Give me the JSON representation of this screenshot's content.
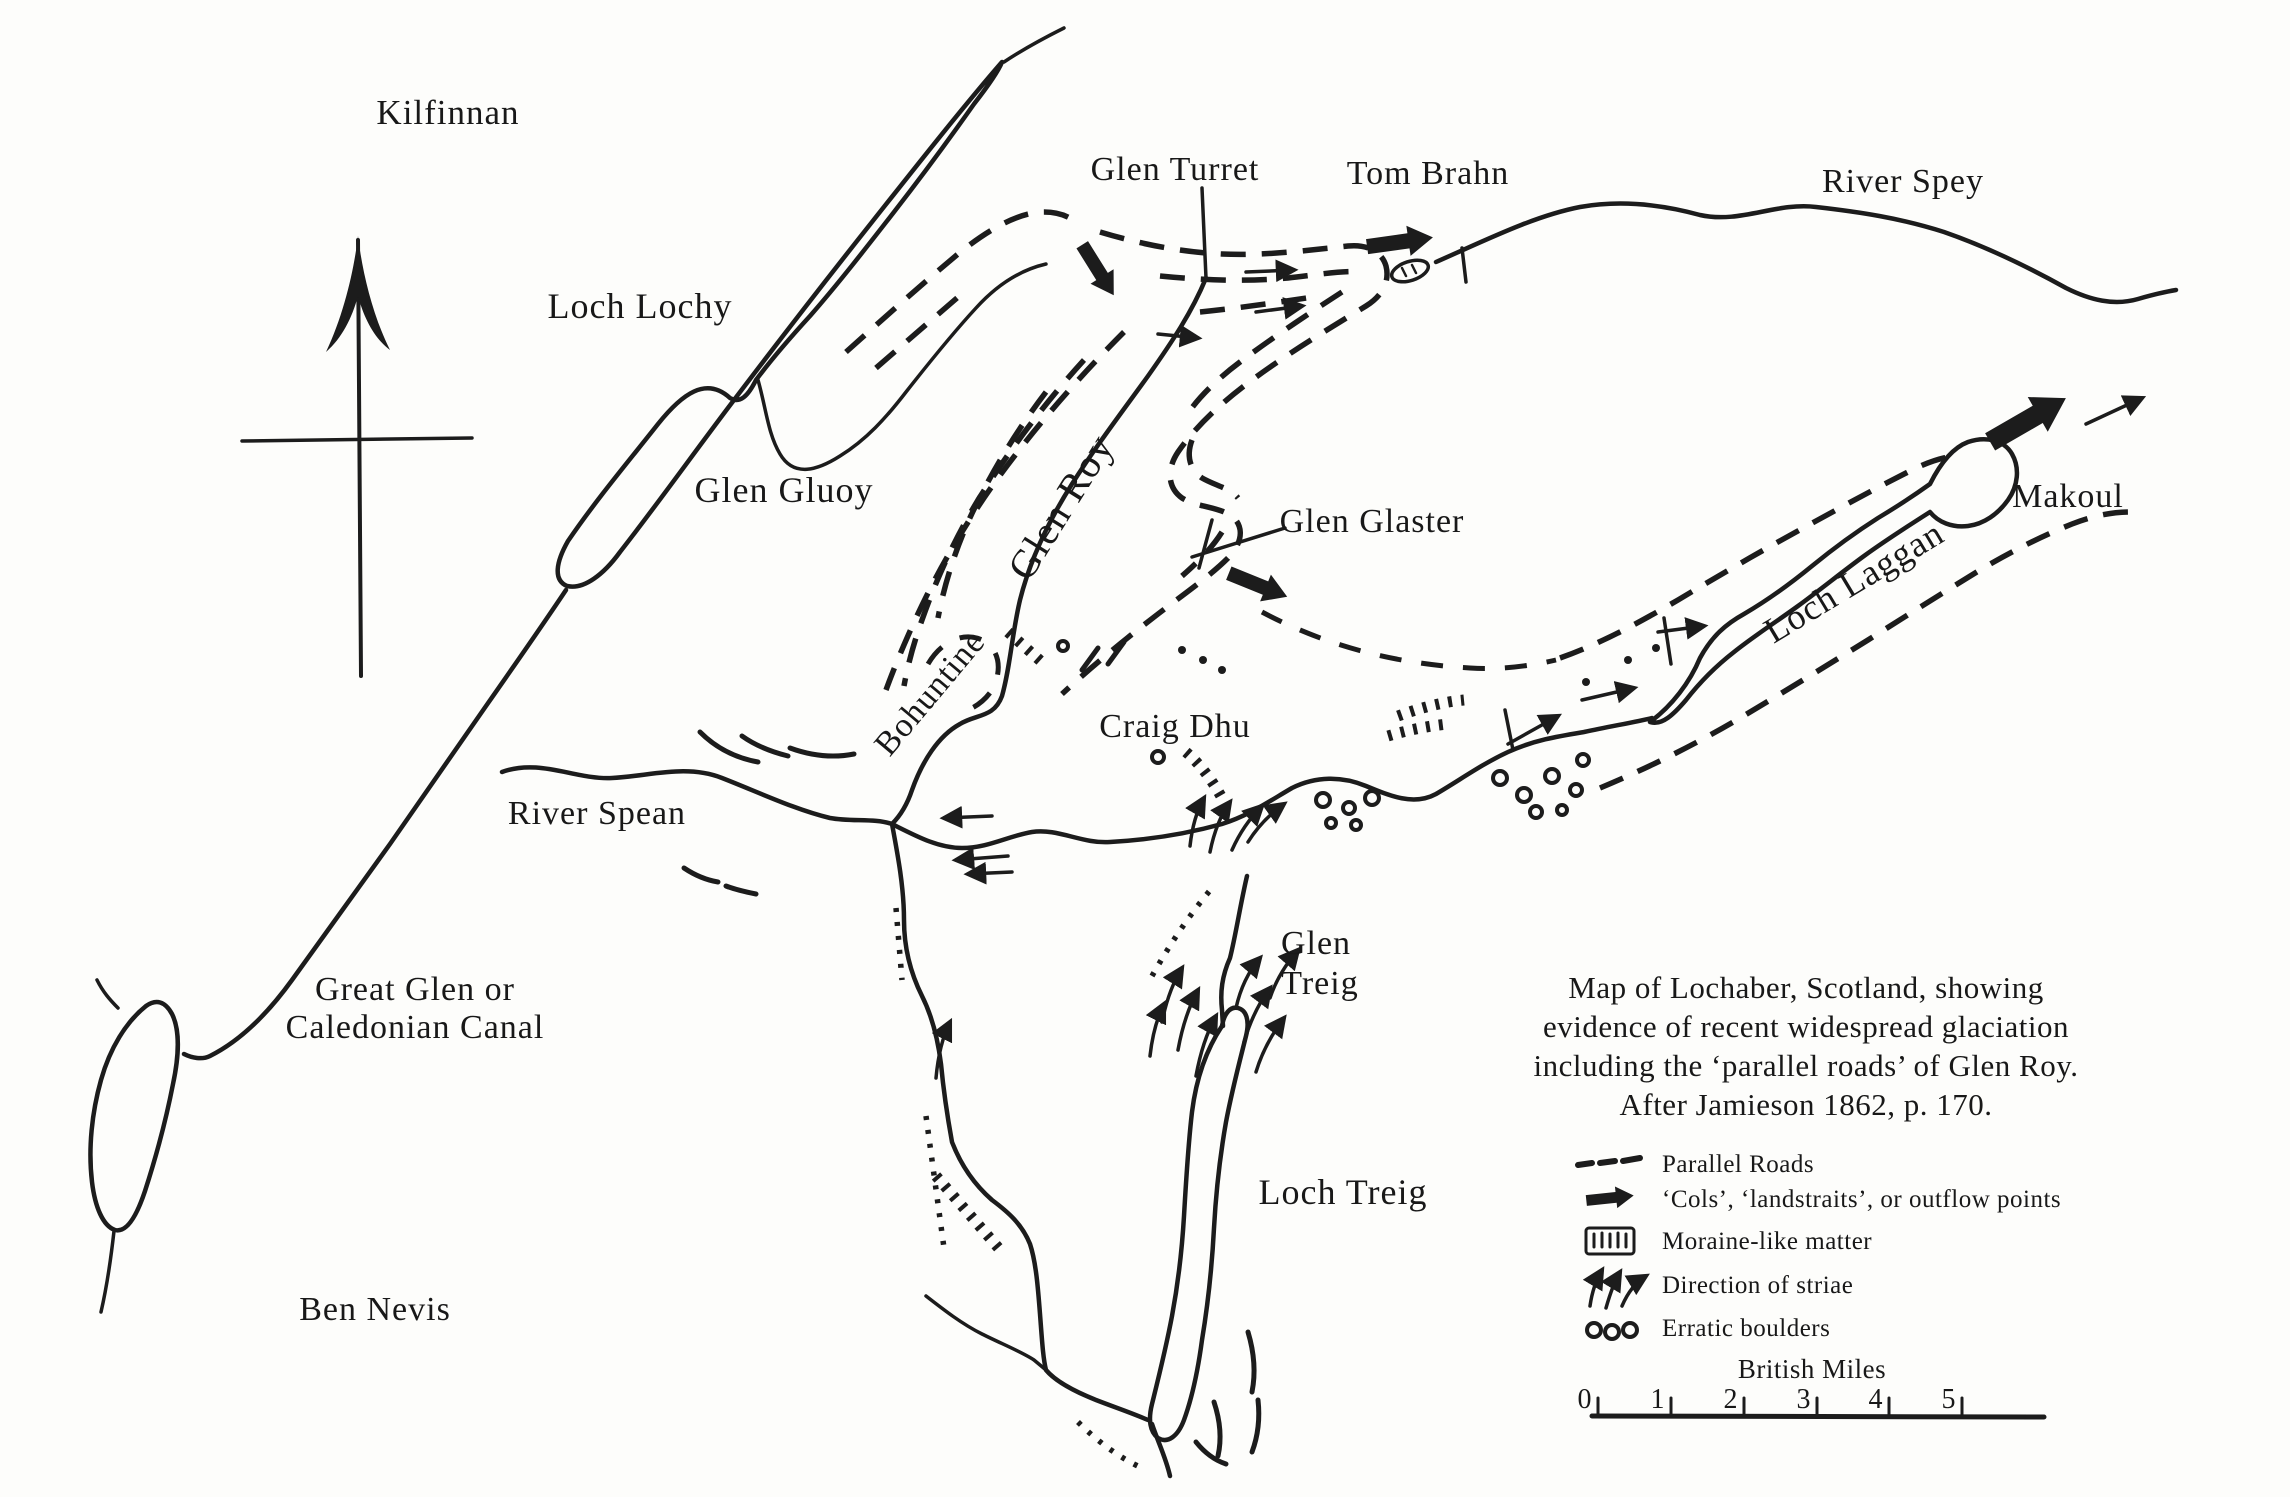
{
  "map": {
    "labels": {
      "kilfinnan": "Kilfinnan",
      "loch_lochy": "Loch Lochy",
      "glen_gluoy": "Glen Gluoy",
      "glen_turret": "Glen Turret",
      "tom_brahn": "Tom Brahn",
      "river_spey": "River Spey",
      "glen_roy": "Glen Roy",
      "glen_glaster": "Glen Glaster",
      "bohuntine": "Bohuntine",
      "loch_laggan": "Loch Laggan",
      "makoul": "Makoul",
      "craig_dhu": "Craig Dhu",
      "river_spean": "River Spean",
      "glen_treig_line1": "Glen",
      "glen_treig_line2": "Treig",
      "loch_treig": "Loch Treig",
      "great_glen_line1": "Great Glen or",
      "great_glen_line2": "Caledonian Canal",
      "ben_nevis": "Ben Nevis"
    },
    "caption": {
      "line1": "Map of Lochaber, Scotland, showing",
      "line2": "evidence of recent widespread glaciation",
      "line3": "including the ‘parallel roads’ of Glen Roy.",
      "line4": "After Jamieson 1862, p. 170."
    },
    "legend": {
      "items": [
        {
          "symbol": "parallel-roads-dash-icon",
          "label": "Parallel Roads"
        },
        {
          "symbol": "col-arrow-icon",
          "label": "‘Cols’, ‘landstraits’, or outflow points"
        },
        {
          "symbol": "moraine-box-icon",
          "label": "Moraine-like matter"
        },
        {
          "symbol": "striae-arrows-icon",
          "label": "Direction of striae"
        },
        {
          "symbol": "erratic-boulders-icon",
          "label": "Erratic boulders"
        }
      ]
    },
    "scale_bar": {
      "title": "British Miles",
      "ticks": [
        "0",
        "1",
        "2",
        "3",
        "4",
        "5"
      ]
    },
    "colors": {
      "ink": "#1c1c1c",
      "paper": "#fdfdfb"
    }
  }
}
